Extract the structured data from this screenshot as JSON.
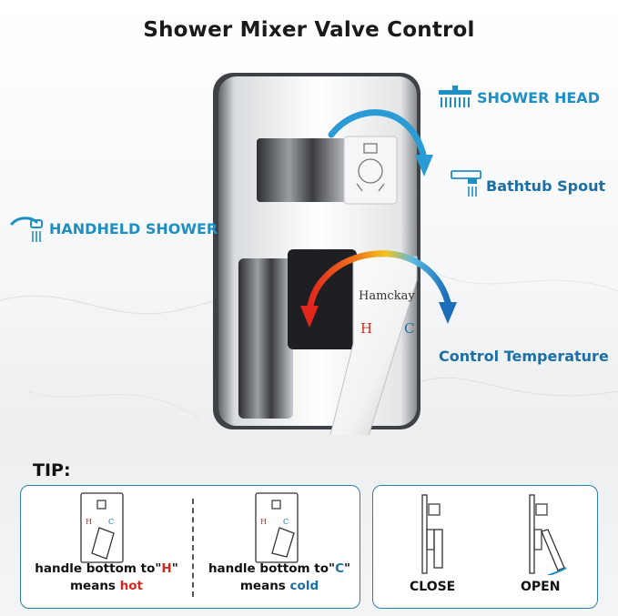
{
  "title": "Shower Mixer Valve Control",
  "labels": {
    "shower_head": "SHOWER HEAD",
    "bathtub_spout": "Bathtub Spout",
    "handheld_shower": "HANDHELD SHOWER",
    "control_temperature": "Control Temperature"
  },
  "brand": "Hamckay",
  "handle_marks": {
    "hot": "H",
    "cold": "C"
  },
  "tip": {
    "heading": "TIP:",
    "hot": {
      "prefix": "handle bottom to\"",
      "key": "H",
      "suffix": "\"",
      "means": "means ",
      "word": "hot"
    },
    "cold": {
      "prefix": "handle bottom to\"",
      "key": "C",
      "suffix": "\"",
      "means": "means ",
      "word": "cold"
    },
    "close": "CLOSE",
    "open": "OPEN"
  },
  "colors": {
    "accent": "#1e8fc4",
    "hot": "#d7261e",
    "cold": "#1a6fa8"
  },
  "icons": [
    "shower-head-icon",
    "bathtub-spout-icon",
    "handheld-shower-icon",
    "diverter-arrow-icon",
    "temperature-arrow-icon"
  ]
}
